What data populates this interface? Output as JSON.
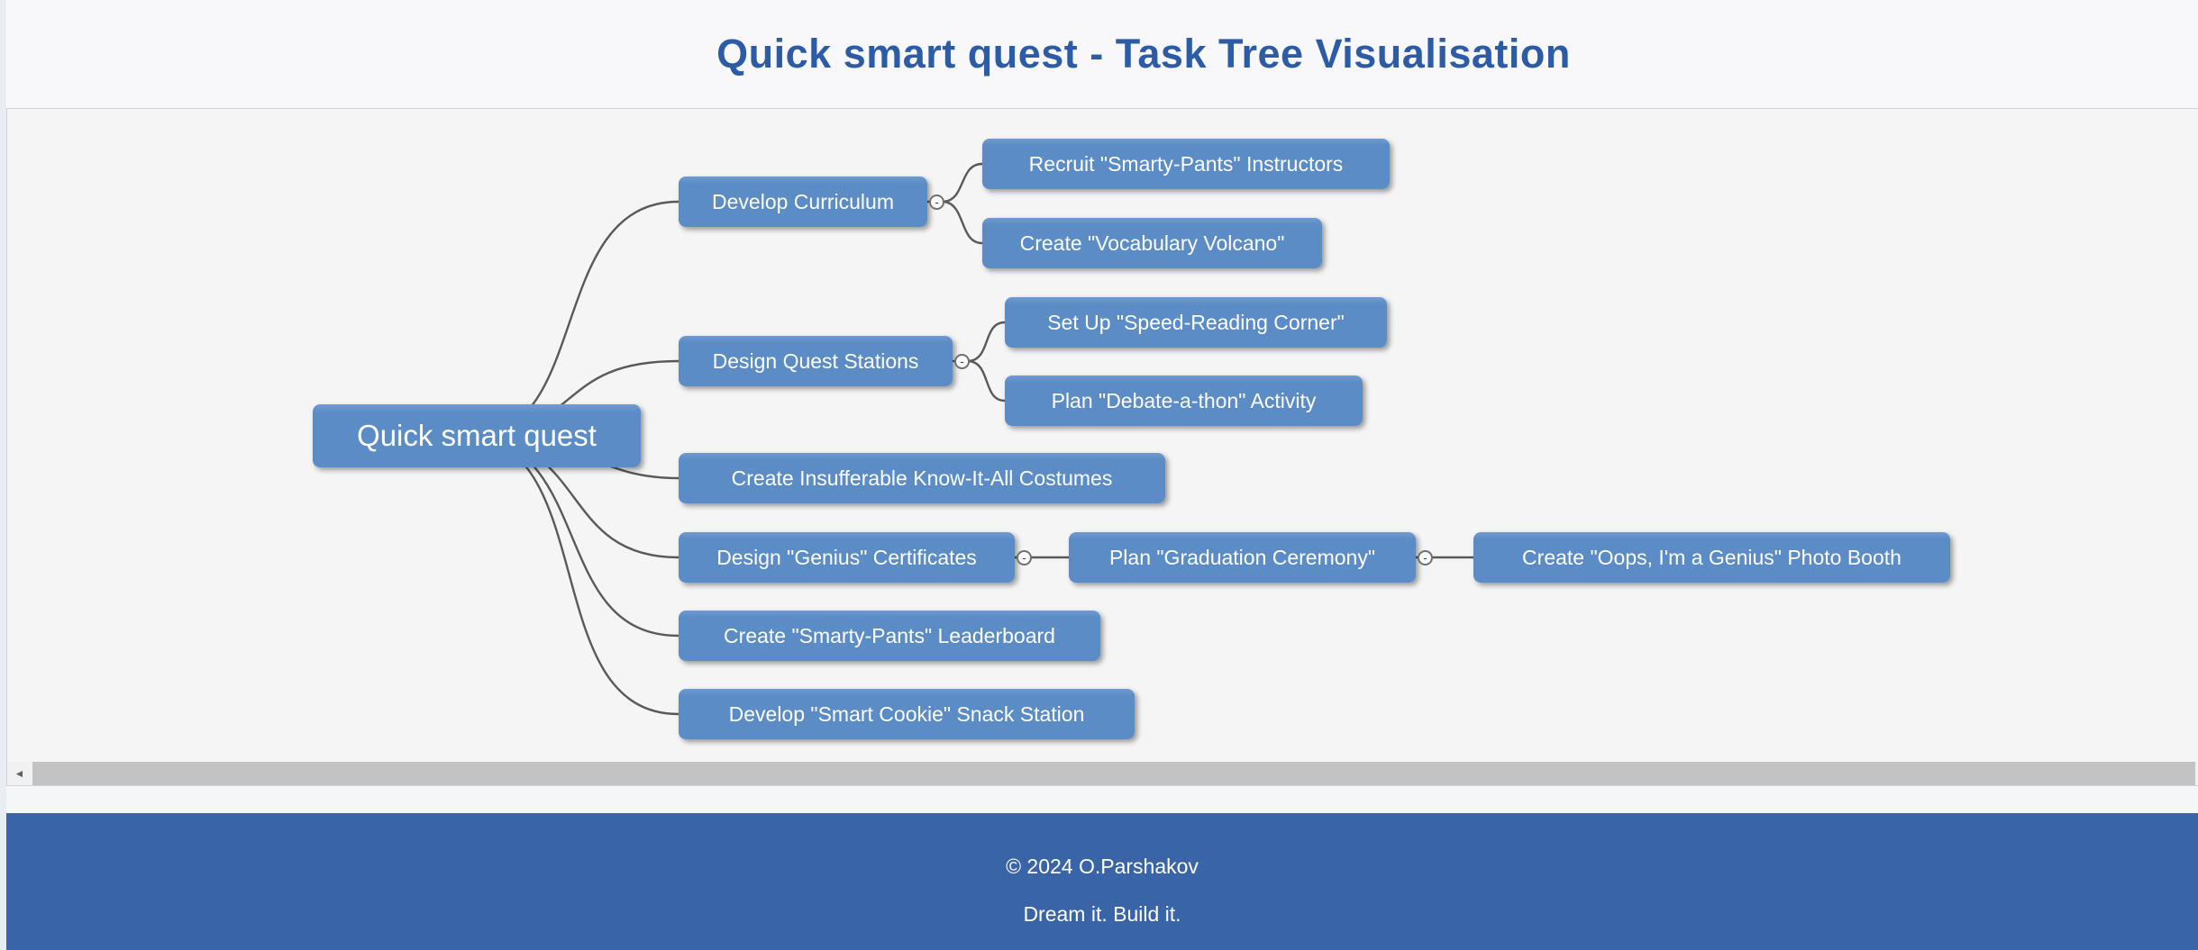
{
  "header": {
    "title": "Quick smart quest - Task Tree Visualisation"
  },
  "tree": {
    "root": {
      "label": "Quick smart quest"
    },
    "branches": [
      {
        "label": "Develop Curriculum",
        "children": [
          {
            "label": "Recruit \"Smarty-Pants\" Instructors"
          },
          {
            "label": "Create \"Vocabulary Volcano\""
          }
        ]
      },
      {
        "label": "Design Quest Stations",
        "children": [
          {
            "label": "Set Up \"Speed-Reading Corner\""
          },
          {
            "label": "Plan \"Debate-a-thon\" Activity"
          }
        ]
      },
      {
        "label": "Create Insufferable Know-It-All Costumes",
        "children": []
      },
      {
        "label": "Design \"Genius\" Certificates",
        "children": [
          {
            "label": "Plan \"Graduation Ceremony\"",
            "children": [
              {
                "label": "Create \"Oops, I'm a Genius\" Photo Booth"
              }
            ]
          }
        ]
      },
      {
        "label": "Create \"Smarty-Pants\" Leaderboard",
        "children": []
      },
      {
        "label": "Develop \"Smart Cookie\" Snack Station",
        "children": []
      }
    ]
  },
  "ui": {
    "toggle_symbol": "-",
    "scroll_left_arrow": "◄"
  },
  "colors": {
    "node_fill": "#5b8cc6",
    "node_text": "#ffffff",
    "connector_line": "#58595b",
    "title_text": "#2d5ca6",
    "footer_bg": "#3a64a8",
    "footer_text": "#ffffff",
    "panel_bg": "#f5f5f6",
    "scrollbar_thumb": "#c3c3c4"
  },
  "footer": {
    "copyright": "© 2024 O.Parshakov",
    "tagline": "Dream it. Build it."
  }
}
